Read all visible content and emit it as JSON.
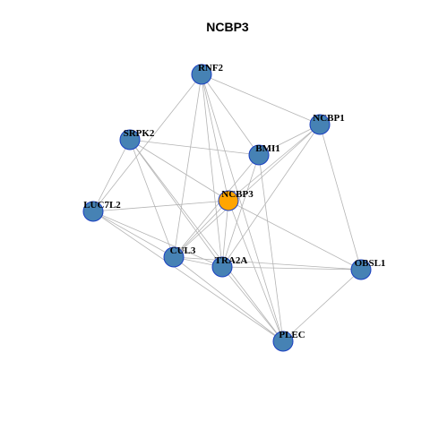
{
  "graph": {
    "title": "NCBP3",
    "colors": {
      "node_fill": "#4682b4",
      "node_stroke": "#1a3fc2",
      "focus_fill": "#ffa500",
      "edge": "#b4b4b4"
    },
    "nodes": [
      {
        "id": "RNF2",
        "label": "RNF2",
        "focus": false
      },
      {
        "id": "NCBP1",
        "label": "NCBP1",
        "focus": false
      },
      {
        "id": "SRPK2",
        "label": "SRPK2",
        "focus": false
      },
      {
        "id": "BMI1",
        "label": "BMI1",
        "focus": false
      },
      {
        "id": "NCBP3",
        "label": "NCBP3",
        "focus": true
      },
      {
        "id": "LUC7L2",
        "label": "LUC7L2",
        "focus": false
      },
      {
        "id": "CUL3",
        "label": "CUL3",
        "focus": false
      },
      {
        "id": "TRA2A",
        "label": "TRA2A",
        "focus": false
      },
      {
        "id": "OBSL1",
        "label": "OBSL1",
        "focus": false
      },
      {
        "id": "PLEC",
        "label": "PLEC",
        "focus": false
      }
    ],
    "edges": [
      [
        "RNF2",
        "NCBP1"
      ],
      [
        "RNF2",
        "BMI1"
      ],
      [
        "RNF2",
        "NCBP3"
      ],
      [
        "RNF2",
        "TRA2A"
      ],
      [
        "RNF2",
        "PLEC"
      ],
      [
        "RNF2",
        "LUC7L2"
      ],
      [
        "RNF2",
        "CUL3"
      ],
      [
        "NCBP1",
        "BMI1"
      ],
      [
        "NCBP1",
        "NCBP3"
      ],
      [
        "NCBP1",
        "CUL3"
      ],
      [
        "NCBP1",
        "TRA2A"
      ],
      [
        "NCBP1",
        "OBSL1"
      ],
      [
        "SRPK2",
        "BMI1"
      ],
      [
        "SRPK2",
        "NCBP3"
      ],
      [
        "SRPK2",
        "LUC7L2"
      ],
      [
        "SRPK2",
        "CUL3"
      ],
      [
        "SRPK2",
        "TRA2A"
      ],
      [
        "SRPK2",
        "PLEC"
      ],
      [
        "BMI1",
        "TRA2A"
      ],
      [
        "BMI1",
        "PLEC"
      ],
      [
        "BMI1",
        "CUL3"
      ],
      [
        "NCBP3",
        "LUC7L2"
      ],
      [
        "NCBP3",
        "TRA2A"
      ],
      [
        "NCBP3",
        "CUL3"
      ],
      [
        "NCBP3",
        "OBSL1"
      ],
      [
        "NCBP3",
        "PLEC"
      ],
      [
        "LUC7L2",
        "CUL3"
      ],
      [
        "LUC7L2",
        "TRA2A"
      ],
      [
        "LUC7L2",
        "PLEC"
      ],
      [
        "CUL3",
        "TRA2A"
      ],
      [
        "CUL3",
        "OBSL1"
      ],
      [
        "CUL3",
        "PLEC"
      ],
      [
        "TRA2A",
        "OBSL1"
      ],
      [
        "TRA2A",
        "PLEC"
      ],
      [
        "OBSL1",
        "PLEC"
      ]
    ]
  }
}
